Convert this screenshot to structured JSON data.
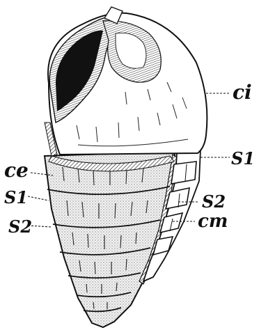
{
  "figure": {
    "colors": {
      "ink": "#111111",
      "paper": "#ffffff",
      "stipple": "#d9d9d9"
    },
    "labels": {
      "ci": "ci",
      "ce": "ce",
      "s1_left": "S1",
      "s2_left": "S2",
      "s1_right": "S1",
      "s2_right": "S2",
      "cm": "cm"
    }
  }
}
